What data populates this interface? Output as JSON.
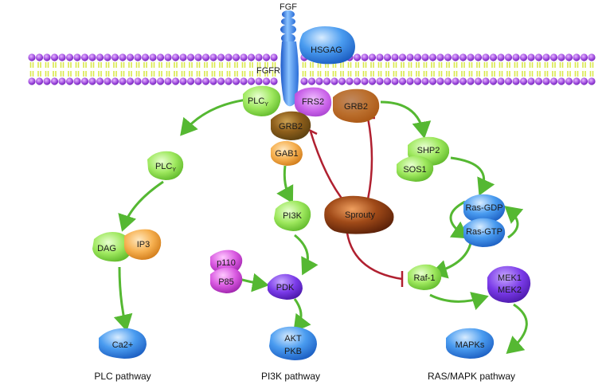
{
  "ligand": "FGF",
  "receptor": "FGFR",
  "coreceptor": "HSGAG",
  "nodes": {
    "plcg_top": {
      "label": "PLC",
      "sub": "Y"
    },
    "frs2": {
      "label": "FRS2"
    },
    "grb2_right": {
      "label": "GRB2"
    },
    "grb2_center": {
      "label": "GRB2"
    },
    "gab1": {
      "label": "GAB1"
    },
    "plcg_mid": {
      "label": "PLC",
      "sub": "Y"
    },
    "dag": {
      "label": "DAG"
    },
    "ip3": {
      "label": "IP3"
    },
    "ca": {
      "label": "Ca2+"
    },
    "pi3k": {
      "label": "PI3K"
    },
    "p110": {
      "label": "p110"
    },
    "p85": {
      "label": "P85"
    },
    "pdk": {
      "label": "PDK"
    },
    "akt": {
      "label": "AKT"
    },
    "pkb": {
      "label": "PKB"
    },
    "shp2": {
      "label": "SHP2"
    },
    "sos1": {
      "label": "SOS1"
    },
    "ras_gdp": {
      "label": "Ras-GDP"
    },
    "ras_gtp": {
      "label": "Ras-GTP"
    },
    "raf1": {
      "label": "Raf-1"
    },
    "mek1": {
      "label": "MEK1"
    },
    "mek2": {
      "label": "MEK2"
    },
    "mapks": {
      "label": "MAPKs"
    },
    "sprouty": {
      "label": "Sprouty"
    }
  },
  "pathways": {
    "plc": "PLC pathway",
    "pi3k": "PI3K pathway",
    "ras": "RAS/MAPK pathway"
  },
  "colors": {
    "membrane_head": "#a24ee0",
    "membrane_tail": "#d9e84a",
    "receptor": "#3f86e8",
    "activation_arrow": "#55b832",
    "inhibition": "#b02030",
    "green_node": "#8ee05a",
    "orange_node": "#f0a040",
    "brown_node": "#8a3a12",
    "blue_node": "#3a8ee8",
    "purple_node": "#7a3ae0",
    "magenta_node": "#d050d8"
  }
}
